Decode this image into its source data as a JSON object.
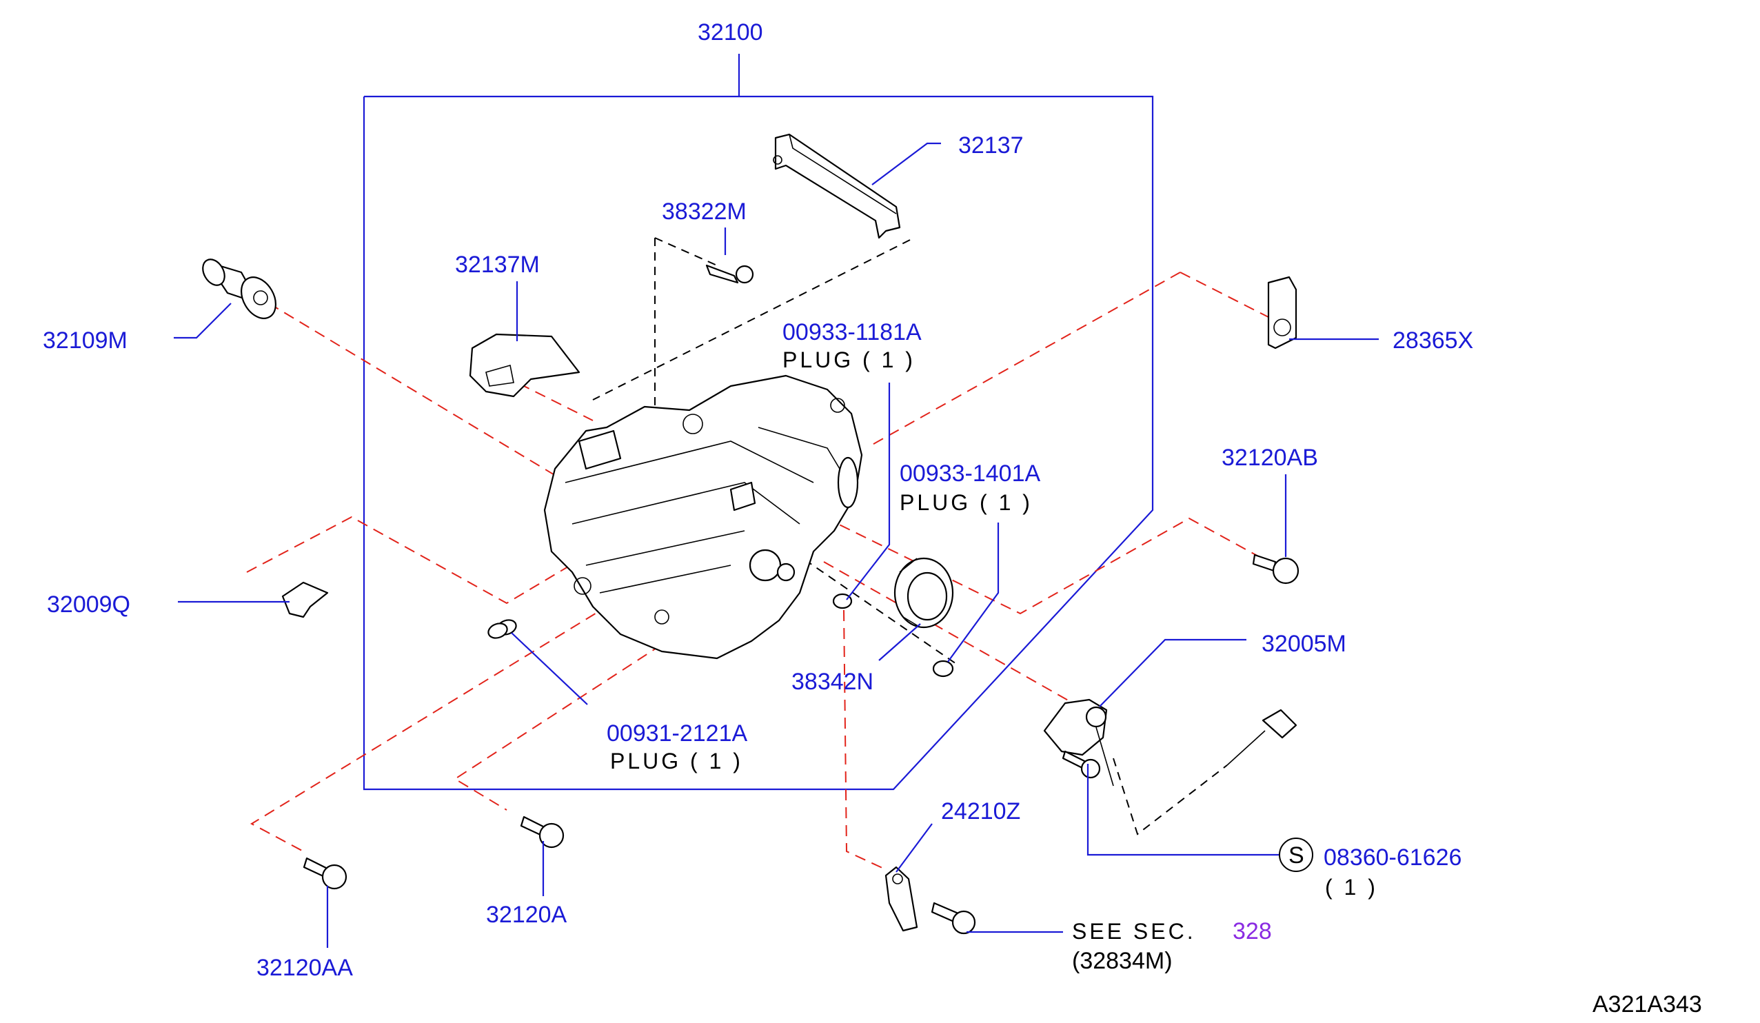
{
  "diagram_id": "A321A343",
  "assembly": {
    "part_number": "32100"
  },
  "parts": {
    "p32137": "32137",
    "p38322m": "38322M",
    "p32137m": "32137M",
    "p32109m": "32109M",
    "p28365x": "28365X",
    "p00933_1181a": "00933-1181A",
    "p00933_1181a_desc": "PLUG   ( 1 )",
    "p00933_1401a": "00933-1401A",
    "p00933_1401a_desc": "PLUG   ( 1 )",
    "p32120ab": "32120AB",
    "p32009q": "32009Q",
    "p32005m": "32005M",
    "p38342n": "38342N",
    "p00931_2121a": "00931-2121A",
    "p00931_2121a_desc": "PLUG  ( 1 )",
    "p24210z": "24210Z",
    "p08360": "08360-61626",
    "p08360_qty": "( 1 )",
    "p08360_symbol": "S",
    "p32120a": "32120A",
    "p32120aa": "32120AA",
    "see_sec_text": "SEE  SEC.",
    "see_sec_number": "328",
    "see_sec_part": "(32834M)"
  },
  "colors": {
    "label_blue": "#1a1ad6",
    "dash_red": "#e2231a",
    "reference_purple": "#8a2be2",
    "ink": "#000000"
  }
}
